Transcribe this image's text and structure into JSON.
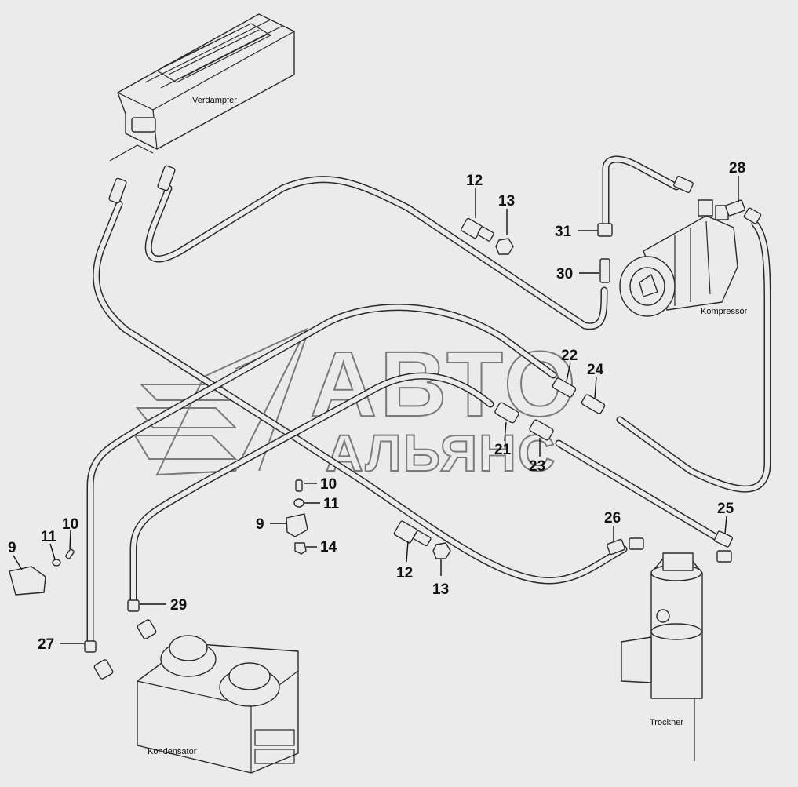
{
  "components": {
    "evaporator": "Verdampfer",
    "compressor": "Kompressor",
    "condenser": "Kondensator",
    "dryer": "Trockner"
  },
  "watermark": {
    "line1": "АВТО",
    "line2": "АЛЬЯНС"
  },
  "callouts": [
    {
      "id": "c12a",
      "number": "12"
    },
    {
      "id": "c13a",
      "number": "13"
    },
    {
      "id": "c28",
      "number": "28"
    },
    {
      "id": "c31",
      "number": "31"
    },
    {
      "id": "c30",
      "number": "30"
    },
    {
      "id": "c22",
      "number": "22"
    },
    {
      "id": "c24",
      "number": "24"
    },
    {
      "id": "c21",
      "number": "21"
    },
    {
      "id": "c23",
      "number": "23"
    },
    {
      "id": "c10a",
      "number": "10"
    },
    {
      "id": "c11a",
      "number": "11"
    },
    {
      "id": "c9a",
      "number": "9"
    },
    {
      "id": "c14",
      "number": "14"
    },
    {
      "id": "c11b",
      "number": "11"
    },
    {
      "id": "c10b",
      "number": "10"
    },
    {
      "id": "c9b",
      "number": "9"
    },
    {
      "id": "c12b",
      "number": "12"
    },
    {
      "id": "c13b",
      "number": "13"
    },
    {
      "id": "c26",
      "number": "26"
    },
    {
      "id": "c25",
      "number": "25"
    },
    {
      "id": "c29",
      "number": "29"
    },
    {
      "id": "c27",
      "number": "27"
    }
  ]
}
